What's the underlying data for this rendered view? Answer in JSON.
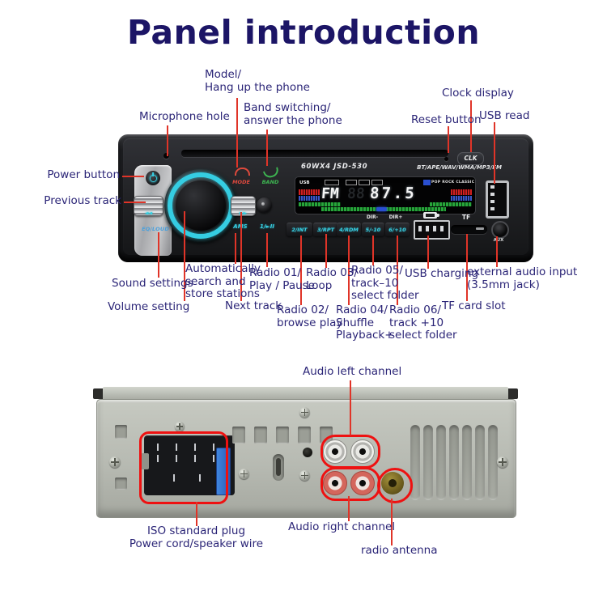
{
  "title": "Panel introduction",
  "colors": {
    "label_navy": "#2b2577",
    "callout_red": "#e03428",
    "highlight_red": "#ee1111",
    "knob_cyan": "#35cde2"
  },
  "front": {
    "labels": {
      "microphone": "Microphone hole",
      "model": "Model/\nHang up the phone",
      "band_switching": "Band switching/\nanswer the phone",
      "clock": "Clock display",
      "reset": "Reset button",
      "usb_read": "USB read",
      "power": "Power button",
      "previous": "Previous track",
      "sound": "Sound settings",
      "volume": "Volume setting",
      "auto_search": "Automatically\nsearch and\nstore stations",
      "next_track": "Next track",
      "radio01": "Radio 01/\nPlay / Pause",
      "radio02": "Radio 02/\nbrowse play",
      "radio03": "Radio 03/\nLoop",
      "radio04": "Radio 04/\nShuffle\nPlayback+",
      "radio05": "Radio 05/\ntrack–10\nselect folder",
      "radio06": "Radio 06/\ntrack +10\nselect folder",
      "usb_charging": "USB charging",
      "tf_card": "TF card slot",
      "ext_audio": "external audio input\n(3.5mm jack)"
    },
    "device": {
      "model_text": "60WX4  JSD-530",
      "formats_text": "BT/APE/WAV/WMA/MP3/FM",
      "clk": "CLK",
      "mode": "MODE",
      "band": "BAND",
      "eq_loud": "EQ/LOUD",
      "ams": "AMS",
      "play_pause": "1/►II",
      "prev_icon": "◄◄",
      "next_icon": "►►",
      "dir_minus": "DIR-",
      "dir_plus": "DIR+",
      "buttons": [
        "2/INT",
        "3/RPT",
        "4/RDM",
        "5/-10",
        "6/+10"
      ],
      "tf": "TF",
      "aux": "AUX",
      "display": {
        "usb": "USB",
        "band": "FM",
        "ghost": "88",
        "freq": "87.5",
        "genres": "POP ROCK CLASSIC"
      }
    }
  },
  "rear": {
    "labels": {
      "audio_left": "Audio left channel",
      "audio_right": "Audio right channel",
      "iso": "ISO standard plug\nPower cord/speaker wire",
      "antenna": "radio antenna"
    }
  }
}
